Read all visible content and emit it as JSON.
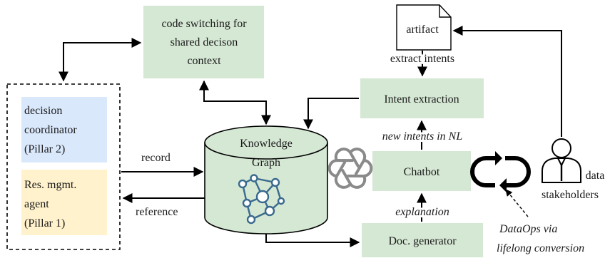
{
  "nodes": {
    "code_switching": [
      "code switching for",
      "shared decison",
      "context"
    ],
    "decision_coordinator": [
      "decision",
      "coordinator",
      "(Pillar 2)"
    ],
    "res_mgmt_agent": [
      "Res. mgmt.",
      "agent",
      "(Pillar 1)"
    ],
    "knowledge_graph": [
      "Knowledge",
      "Graph"
    ],
    "artifact": "artifact",
    "intent_extraction": "Intent extraction",
    "chatbot": "Chatbot",
    "doc_generator": "Doc. generator",
    "data_stakeholders": [
      "data",
      "stakeholders"
    ]
  },
  "edge_labels": {
    "record": "record",
    "reference": "reference",
    "extract_intents": "extract intents",
    "new_intents": "new intents in NL",
    "explanation": "explanation",
    "dataops": [
      "DataOps via",
      "lifelong conversion"
    ]
  },
  "colors": {
    "green_box": "#d5e8d4",
    "blue_box": "#dae8fc",
    "orange_box": "#fff2cc",
    "graph_icon": "#3a6a8e"
  },
  "icons": [
    "openai-logo-icon",
    "sync-loop-icon",
    "person-icon",
    "document-icon",
    "network-graph-icon"
  ]
}
